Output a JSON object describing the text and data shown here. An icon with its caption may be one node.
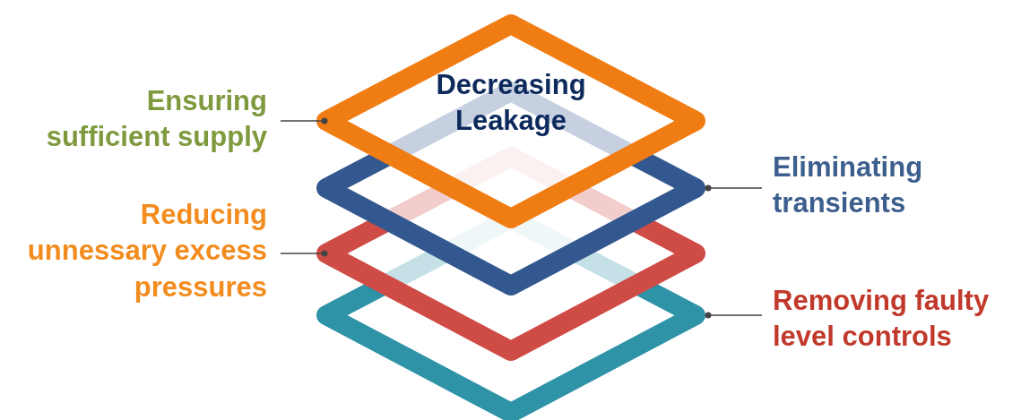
{
  "diagram": {
    "nodes": [
      {
        "text": [
          "Decreasing Leakage"
        ]
      },
      {
        "text": [],
        "shape": "diamond"
      },
      {
        "text": [],
        "shape": "diamond"
      },
      {
        "text": [],
        "shape": "diamond"
      },
      {
        "text": [
          "Ensuring sufficient supply"
        ]
      },
      {
        "text": [
          "Eliminating transients"
        ]
      },
      {
        "text": [
          "Reducing unnessary excess pressures"
        ]
      },
      {
        "text": [
          "Removing faulty level controls"
        ]
      }
    ],
    "edges": [
      {
        "from": 4,
        "to": 0,
        "arrow": "other"
      },
      {
        "from": 5,
        "to": 1,
        "arrow": "other"
      },
      {
        "from": 6,
        "to": 2,
        "arrow": "other"
      },
      {
        "from": 7,
        "to": 3,
        "arrow": "other"
      }
    ]
  }
}
